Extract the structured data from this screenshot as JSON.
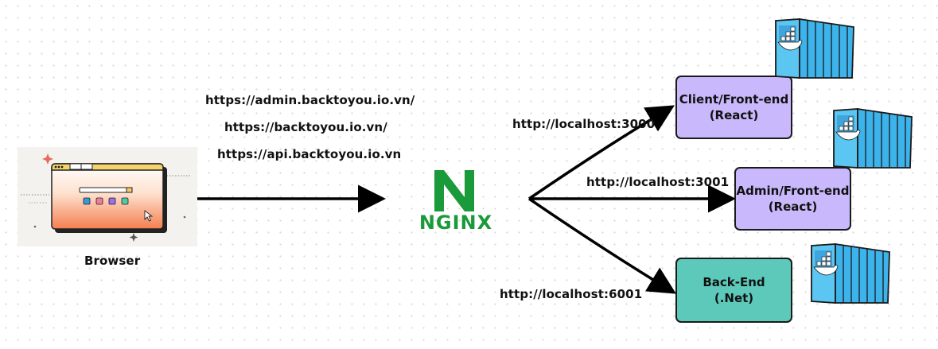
{
  "browser": {
    "label": "Browser"
  },
  "nginx": {
    "logo_text": "NGINX"
  },
  "incoming_urls": [
    "https://admin.backtoyou.io.vn/",
    "https://backtoyou.io.vn/",
    "https://api.backtoyou.io.vn"
  ],
  "routes": [
    {
      "url": "http://localhost:3000",
      "service_line1": "Client/Front-end",
      "service_line2": "(React)",
      "color": "#c9b8fb"
    },
    {
      "url": "http://localhost:3001",
      "service_line1": "Admin/Front-end",
      "service_line2": "(React)",
      "color": "#c9b8fb"
    },
    {
      "url": "http://localhost:6001",
      "service_line1": "Back-End",
      "service_line2": "(.Net)",
      "color": "#5dc9bb"
    }
  ],
  "colors": {
    "nginx_green": "#1a9a3a",
    "container_blue": "#3db3ec",
    "arrow": "#000000"
  },
  "icons": [
    "browser-window-icon",
    "nginx-logo",
    "docker-container-icon"
  ]
}
